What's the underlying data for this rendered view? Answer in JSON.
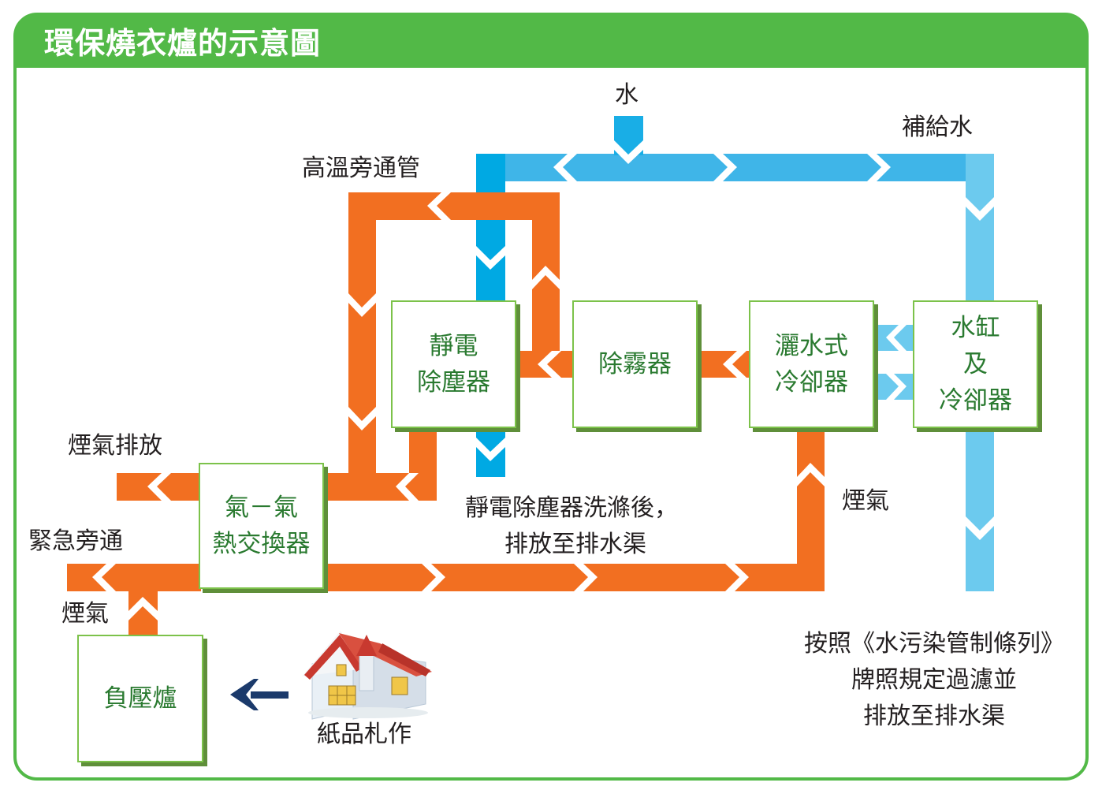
{
  "title": "環保燒衣爐的示意圖",
  "colors": {
    "frame_green": "#52b947",
    "box_border": "#7cc24a",
    "box_text": "#2a7a30",
    "flue_gas_orange": "#f26f21",
    "water_blue_dark": "#00a9e3",
    "water_blue_light": "#6ccaee",
    "arrow_navy": "#1b3a6b"
  },
  "boxes": {
    "esp": [
      "靜電",
      "除塵器"
    ],
    "demister": [
      "除霧器"
    ],
    "spray_cooler": [
      "灑水式",
      "冷卻器"
    ],
    "tank": [
      "水缸",
      "及",
      "冷卻器"
    ],
    "heat_exchanger": [
      "氣－氣",
      "熱交換器"
    ],
    "furnace": [
      "負壓爐"
    ]
  },
  "labels": {
    "water": "水",
    "makeup_water": "補給水",
    "bypass_pipe": "高溫旁通管",
    "flue_discharge": "煙氣排放",
    "emergency_bypass": "緊急旁通",
    "flue_gas_left": "煙氣",
    "flue_gas_right": "煙氣",
    "esp_wash": [
      "靜電除塵器洗滌後，",
      "排放至排水渠"
    ],
    "ordinance": [
      "按照《水污染管制條列》",
      "牌照規定過濾並",
      "排放至排水渠"
    ],
    "paper_offerings": "紙品札作"
  },
  "icons": [
    "house-icon",
    "arrow-left-icon"
  ]
}
